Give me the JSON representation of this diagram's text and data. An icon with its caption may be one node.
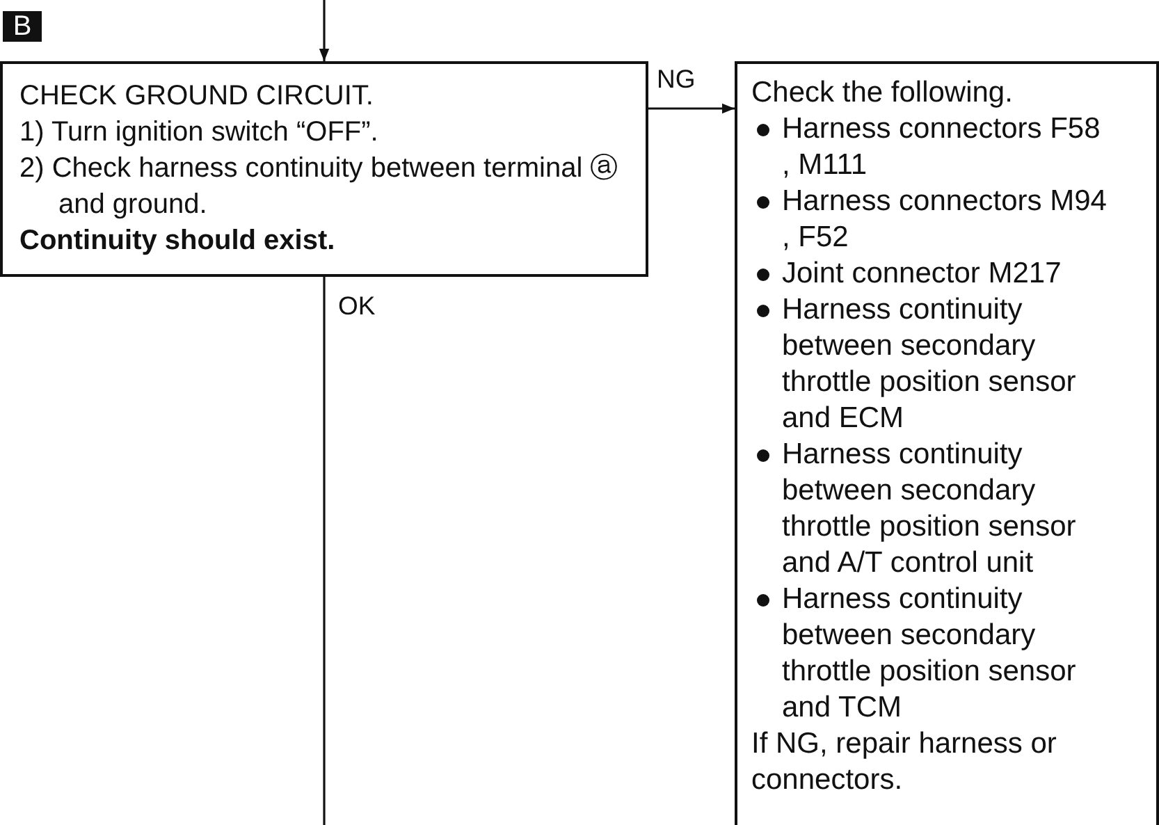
{
  "diagram": {
    "nodes": [
      {
        "text": [
          "CHECK GROUND CIRCUIT.",
          "1) Turn ignition switch “OFF”.",
          "2) Check harness continuity between terminal ⓐ and ground.",
          "Continuity should exist."
        ]
      },
      {
        "text": [
          "Check the following.",
          "Harness connectors F58 , M111",
          "Harness connectors M94 , F52",
          "Joint connector M217",
          "Harness continuity between secondary throttle position sensor and ECM",
          "Harness continuity between secondary throttle position sensor and A/T control unit",
          "Harness continuity between secondary throttle position sensor and TCM",
          "If NG, repair harness or connectors."
        ]
      }
    ],
    "edges": [
      {
        "from": null,
        "to": 0,
        "arrow": "to"
      },
      {
        "from": 0,
        "to": 1,
        "arrow": "to",
        "label": "NG"
      },
      {
        "from": 0,
        "to": null,
        "arrow": "none",
        "label": "OK"
      }
    ],
    "labels": [
      "B"
    ]
  }
}
